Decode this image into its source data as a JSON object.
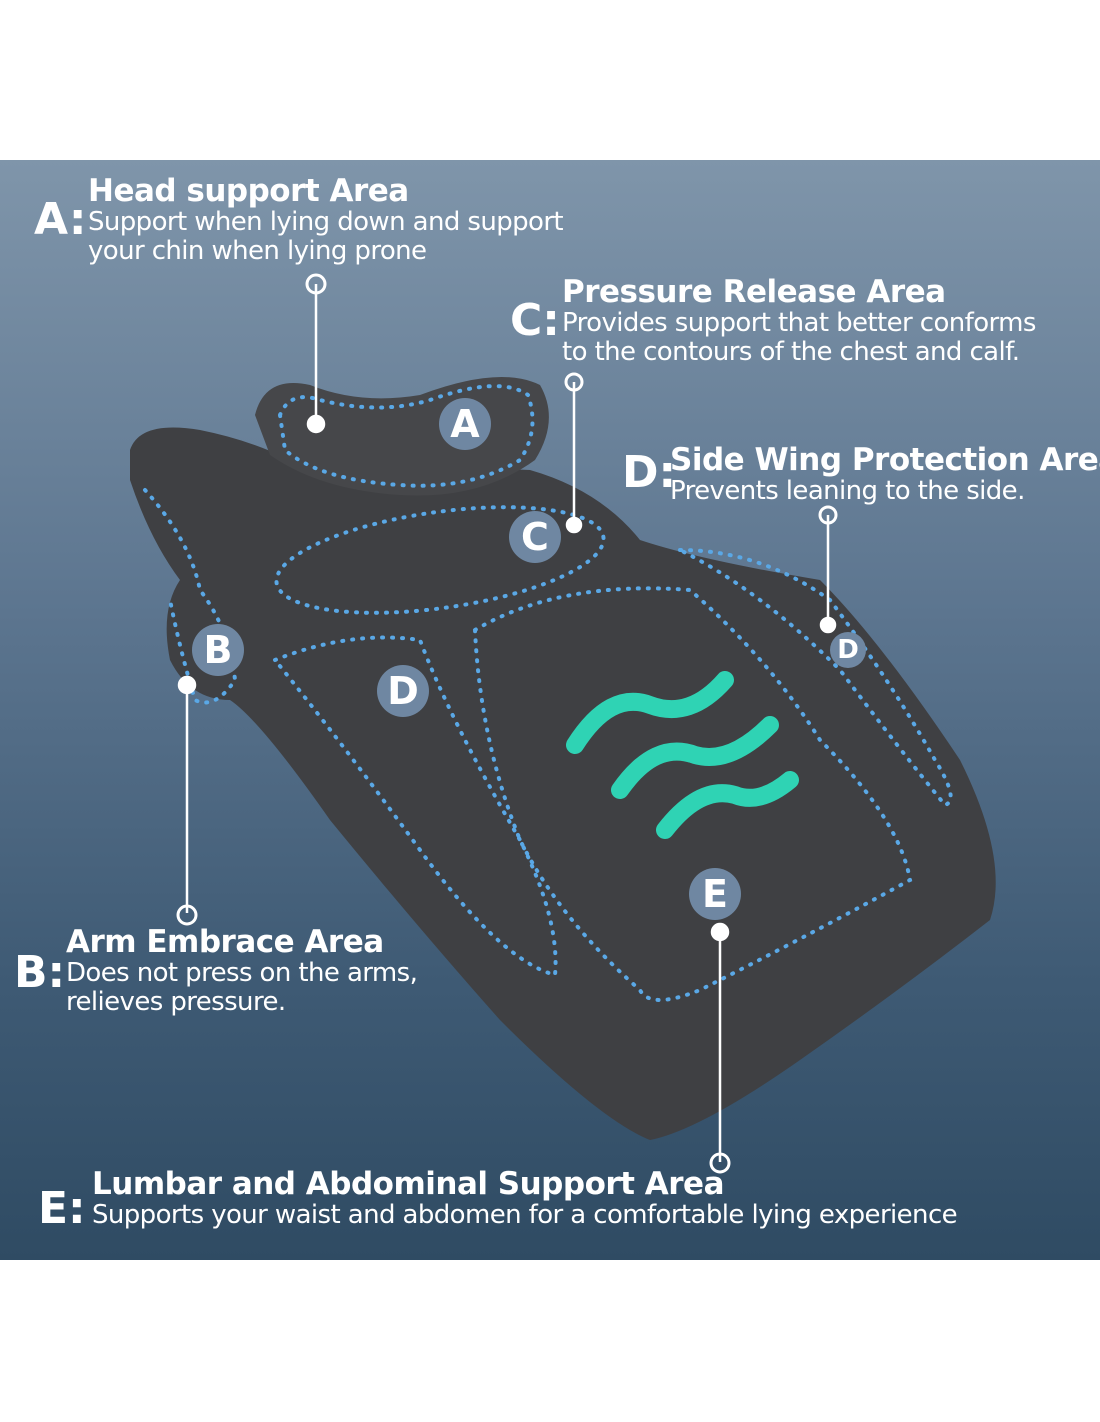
{
  "areas": {
    "a": {
      "letter": "A:",
      "badge": "A",
      "title": "Head support Area",
      "desc": [
        "Support when lying down and support",
        "your chin when lying prone"
      ]
    },
    "b": {
      "letter": "B:",
      "badge": "B",
      "title": "Arm Embrace Area",
      "desc": [
        "Does not press on the arms,",
        "relieves pressure."
      ]
    },
    "c": {
      "letter": "C:",
      "badge": "C",
      "title": "Pressure Release Area",
      "desc": [
        "Provides support that better conforms",
        "to the contours of the chest and calf."
      ]
    },
    "d": {
      "letter": "D:",
      "badge": "D",
      "title": "Side Wing Protection Area",
      "desc": [
        "Prevents leaning to the side."
      ]
    },
    "e": {
      "letter": "E:",
      "badge": "E",
      "title": "Lumbar and Abdominal Support Area",
      "desc": [
        "Supports your waist and abdomen for a comfortable lying experience"
      ]
    }
  },
  "colors": {
    "pillow": "#3e3f42",
    "dots": "#5aa8e6",
    "wave": "#2fd3b4"
  }
}
